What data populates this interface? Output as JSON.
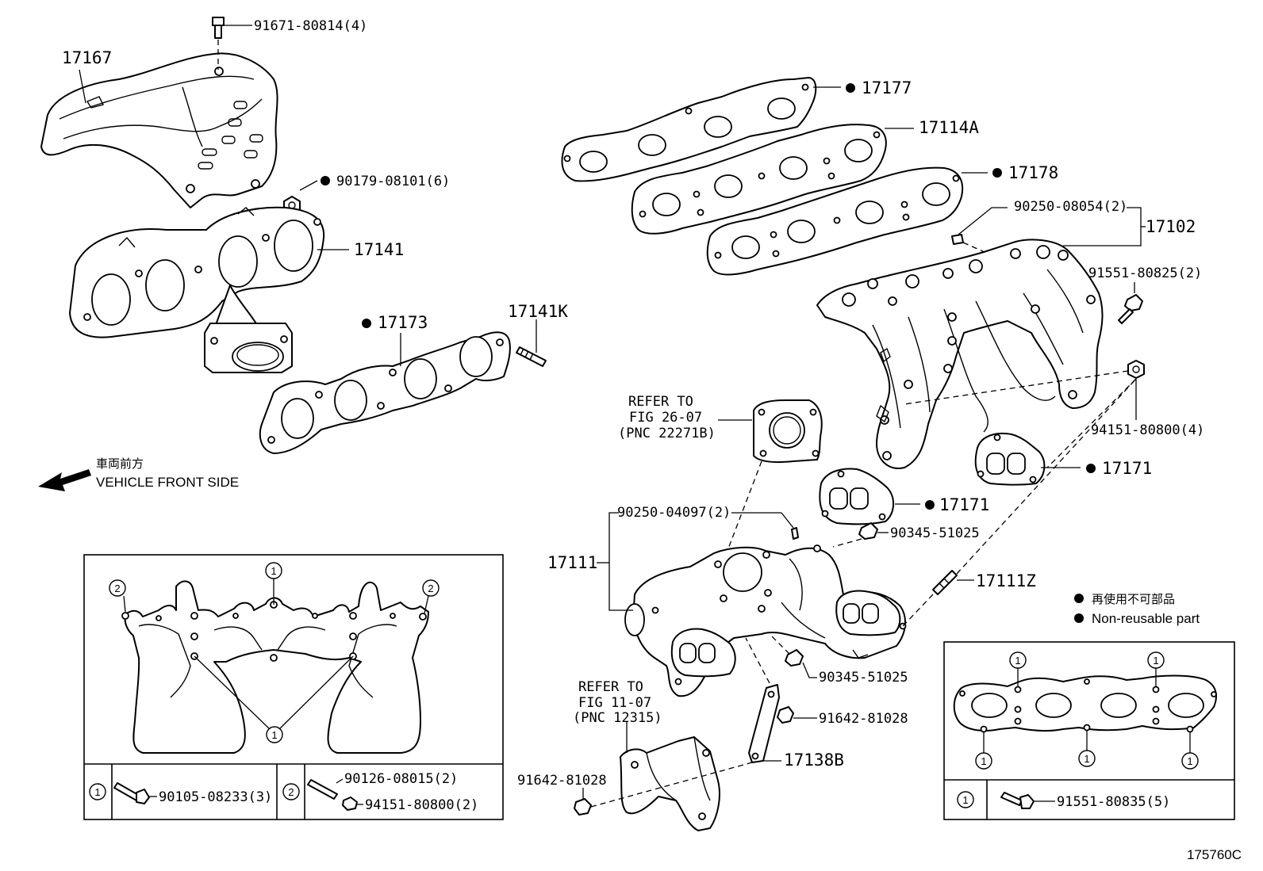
{
  "labels": {
    "p17167": "17167",
    "p91671": "91671-80814(4)",
    "p90179": "90179-08101(6)",
    "p17141": "17141",
    "p17173": "17173",
    "p17141K": "17141K",
    "p17177": "17177",
    "p17114A": "17114A",
    "p17178": "17178",
    "p90250_08054": "90250-08054(2)",
    "p17102": "17102",
    "p91551_80825": "91551-80825(2)",
    "p94151_80800_4": "94151-80800(4)",
    "p17171a": "17171",
    "p17171b": "17171",
    "p90250_04097": "90250-04097(2)",
    "p90345_a": "90345-51025",
    "p90345_b": "90345-51025",
    "p17111": "17111",
    "p17111Z": "17111Z",
    "p91642_a": "91642-81028",
    "p91642_b": "91642-81028",
    "p17138B": "17138B"
  },
  "refers": {
    "r1_line1": "REFER TO",
    "r1_line2": "FIG 26-07",
    "r1_line3": "(PNC 22271B)",
    "r2_line1": "REFER TO",
    "r2_line2": "FIG 11-07",
    "r2_line3": "(PNC 12315)"
  },
  "front": {
    "japanese": "車両前方",
    "english": "VEHICLE FRONT SIDE"
  },
  "legend": {
    "japanese": "再使用不可部品",
    "english": "Non-reusable part"
  },
  "table_left": {
    "c1_num": "1",
    "c1_part": "90105-08233(3)",
    "c2_num": "2",
    "c2_part_a": "90126-08015(2)",
    "c2_part_b": "94151-80800(2)"
  },
  "table_right": {
    "c1_num": "1",
    "c1_part": "91551-80835(5)"
  },
  "callouts": {
    "one": "1",
    "two": "2"
  },
  "figure_id": "175760C"
}
